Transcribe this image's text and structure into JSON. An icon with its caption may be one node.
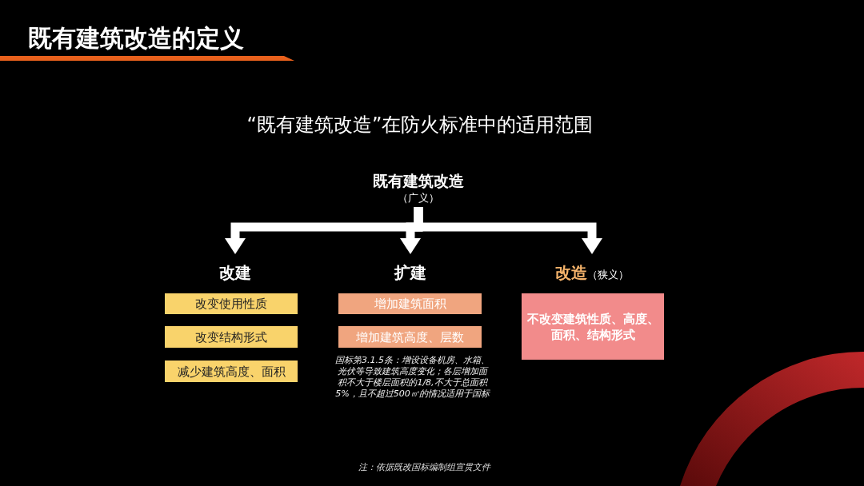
{
  "diagram": {
    "title": "既有建筑改造的定义",
    "nodes": [
      {
        "text": [
          "既有建筑改造",
          "（广义）"
        ]
      },
      {
        "text": [
          "改建"
        ]
      },
      {
        "text": [
          "扩建"
        ]
      },
      {
        "text": [
          "改造",
          "（狭义）"
        ]
      },
      {
        "text": [
          "改变使用性质"
        ]
      },
      {
        "text": [
          "改变结构形式"
        ]
      },
      {
        "text": [
          "减少建筑高度、面积"
        ]
      },
      {
        "text": [
          "增加建筑面积"
        ]
      },
      {
        "text": [
          "增加建筑高度、层数"
        ]
      },
      {
        "text": [
          "不改变建筑性质、高度、面积、结构形式"
        ]
      }
    ],
    "edges": [
      {
        "from": 0,
        "to": 1,
        "arrow": "to"
      },
      {
        "from": 0,
        "to": 2,
        "arrow": "to"
      },
      {
        "from": 0,
        "to": 3,
        "arrow": "to"
      }
    ],
    "labels": [
      "“既有建筑改造”在防火标准中的适用范围",
      "国标第3.1.5条：增设设备机房、水箱、光伏等导致建筑高度变化；各层增加面积不大于楼层面积的1/8,不大于总面积5%，且不超过500㎡的情况适用于国标",
      "注：依据既改国标编制组宣贯文件"
    ]
  }
}
